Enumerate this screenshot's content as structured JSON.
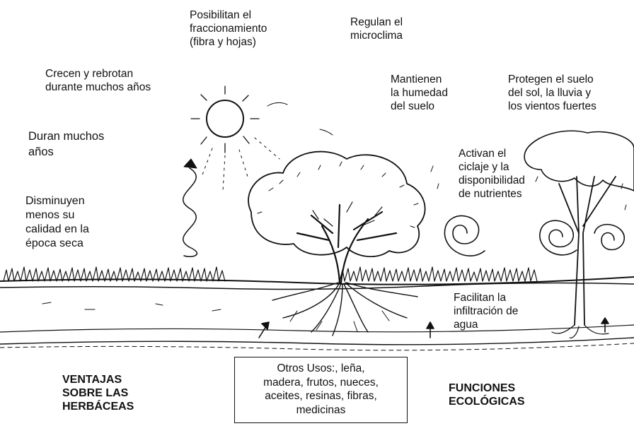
{
  "benefits": {
    "heading": "VENTAJAS\nSOBRE LAS\nHERBÁCEAS",
    "fragmentation": "Posibilitan el\nfraccionamiento\n(fibra y hojas)",
    "regrow": "Crecen y rebrotan\ndurante muchos años",
    "duration": "Duran muchos\naños",
    "quality": "Disminuyen\nmenos su\ncalidad en la\népoca seca"
  },
  "functions": {
    "heading": "FUNCIONES\nECOLÓGICAS",
    "microclimate": "Regulan el\nmicroclima",
    "humidity": "Mantienen\nla humedad\ndel suelo",
    "protection": "Protegen el suelo\ndel sol, la lluvia y\nlos vientos fuertes",
    "nutrients": "Activan el\nciclaje y la\ndisponibilidad\nde nutrientes",
    "infiltration": "Facilitan la\ninfiltración de\nagua"
  },
  "other_uses": "Otros Usos:, leña,\nmadera, frutos, nueces,\naceites, resinas, fibras,\nmedicinas"
}
